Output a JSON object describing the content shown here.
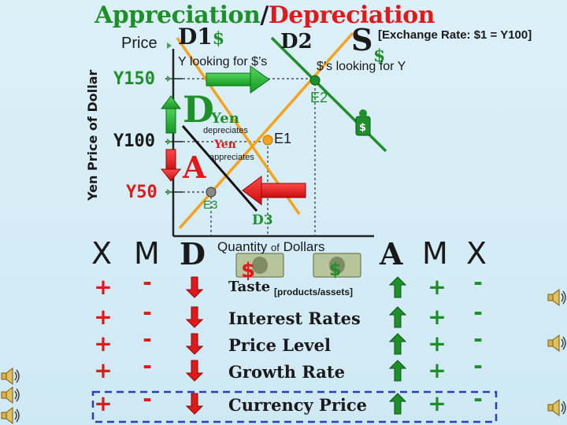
{
  "title": {
    "appreciation": "Appreciation",
    "slash": "/",
    "depreciation": "Depreciation"
  },
  "axis": {
    "y_label": "Yen Price of  Dollar",
    "x_label_prefix": "Quantity",
    "x_label_of": "of",
    "x_label_suffix": "Dollars"
  },
  "price_label": "Price",
  "yen_levels": [
    "Y150",
    "Y100",
    "Y50"
  ],
  "exchange_rate_note": "[Exchange Rate:  $1 = Y100]",
  "curves": {
    "d1": "D1",
    "d1_sub": "$",
    "d2": "D2",
    "s": "S",
    "s_sub": "$",
    "d3": "D3",
    "d1_desc": "Y looking for $’s",
    "s_desc": "$’s looking for Y"
  },
  "points": {
    "e1": "E1",
    "e2": "E2",
    "e3": "E3"
  },
  "annotations": {
    "d_big": "D",
    "yen1": "Yen",
    "depreciates": "depreciates",
    "a_big": "A",
    "yen2": "Yen",
    "appreciates": "appreciates"
  },
  "columns": {
    "x": "X",
    "m": "M",
    "d": "D",
    "a": "A"
  },
  "factors": [
    {
      "name": "Taste",
      "note": "[products/assets]",
      "left_x": "+",
      "left_m": "-",
      "right_m": "+",
      "right_x": "-"
    },
    {
      "name": "Interest Rates",
      "note": "",
      "left_x": "+",
      "left_m": "-",
      "right_m": "+",
      "right_x": "-"
    },
    {
      "name": "Price   Level",
      "note": "",
      "left_x": "+",
      "left_m": "-",
      "right_m": "+",
      "right_x": "-"
    },
    {
      "name": "Growth Rate",
      "note": "",
      "left_x": "+",
      "left_m": "-",
      "right_m": "+",
      "right_x": "-"
    },
    {
      "name": "Currency Price",
      "note": "",
      "left_x": "+",
      "left_m": "-",
      "right_m": "+",
      "right_x": "-"
    }
  ],
  "colors": {
    "green": "#1f8f2a",
    "red": "#e01a1a",
    "orange": "#f5a21d",
    "dashed_box": "#2b3fb8"
  },
  "icons": [
    "speaker-icon",
    "dollar-bill-icon",
    "up-arrow-icon",
    "down-arrow-icon"
  ]
}
